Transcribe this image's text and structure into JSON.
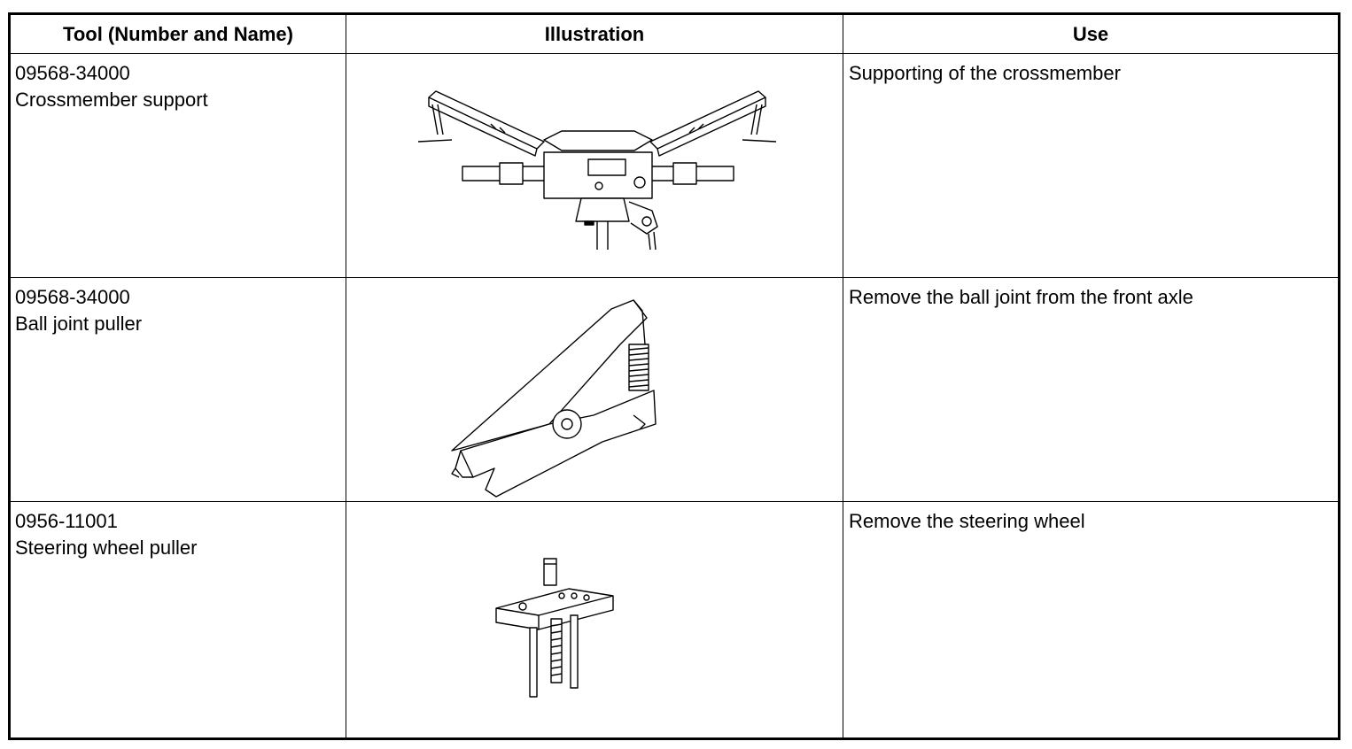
{
  "table": {
    "headers": {
      "tool": "Tool (Number and Name)",
      "illustration": "Illustration",
      "use": "Use"
    },
    "rows": [
      {
        "number": "09568-34000",
        "name": "Crossmember support",
        "use": "Supporting of the crossmember",
        "illustration_icon": "crossmember-support-drawing"
      },
      {
        "number": "09568-34000",
        "name": "Ball joint puller",
        "use": "Remove the ball joint from the front axle",
        "illustration_icon": "ball-joint-puller-drawing"
      },
      {
        "number": "0956-11001",
        "name": "Steering wheel puller",
        "use": "Remove the steering wheel",
        "illustration_icon": "steering-wheel-puller-drawing"
      }
    ]
  }
}
